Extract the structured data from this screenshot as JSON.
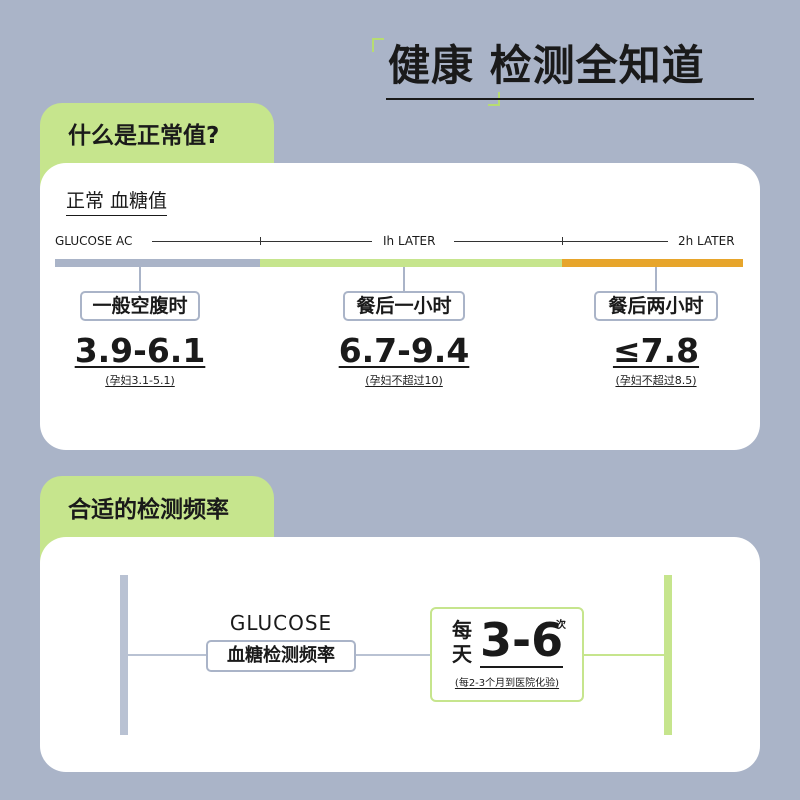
{
  "header": {
    "title": "健康 检测全知道"
  },
  "section1": {
    "tab": "什么是正常值?",
    "subtitle": "正常 血糖值",
    "timeline": {
      "start": "GLUCOSE AC",
      "mid": "Ih LATER",
      "end": "2h LATER"
    },
    "items": [
      {
        "label": "一般空腹时",
        "value": "3.9-6.1",
        "note": "(孕妇3.1-5.1)"
      },
      {
        "label": "餐后一小时",
        "value": "6.7-9.4",
        "note": "(孕妇不超过10)"
      },
      {
        "label": "餐后两小时",
        "value": "≤7.8",
        "note": "(孕妇不超过8.5)"
      }
    ],
    "colors": {
      "fasting": "#aab4c8",
      "one_hour": "#c6e58d",
      "two_hour": "#e7a52b"
    }
  },
  "section2": {
    "tab": "合适的检测频率",
    "glucose": "GLUCOSE",
    "label": "血糖检测频率",
    "daily_1": "每",
    "daily_2": "天",
    "frequency": "3-6",
    "unit": "次",
    "note": "(每2-3个月到医院化验)"
  },
  "theme": {
    "background": "#aab4c8",
    "accent_green": "#c6e58d",
    "accent_orange": "#e7a52b"
  }
}
